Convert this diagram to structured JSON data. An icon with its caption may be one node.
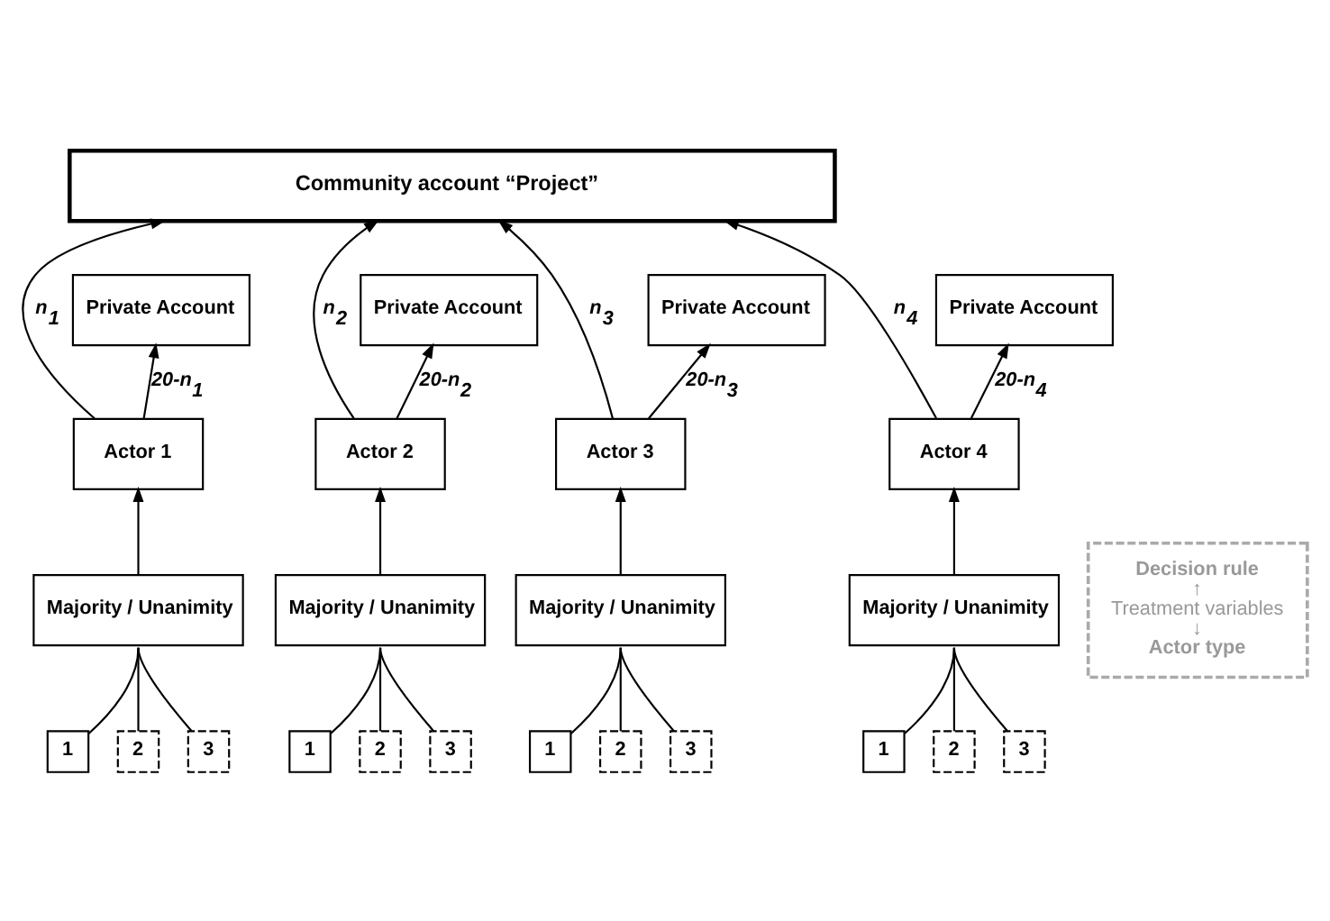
{
  "diagram": {
    "nodes": [
      {
        "text": [
          "Community account “Project”"
        ]
      },
      {
        "text": [
          "Private Account"
        ]
      },
      {
        "text": [
          "Actor 1"
        ]
      },
      {
        "text": [
          "Majority / Unanimity"
        ]
      },
      {
        "text": [
          "1"
        ]
      },
      {
        "text": [
          "2"
        ]
      },
      {
        "text": [
          "3"
        ]
      },
      {
        "text": [
          "Private Account"
        ]
      },
      {
        "text": [
          "Actor 2"
        ]
      },
      {
        "text": [
          "Majority / Unanimity"
        ]
      },
      {
        "text": [
          "1"
        ]
      },
      {
        "text": [
          "2"
        ]
      },
      {
        "text": [
          "3"
        ]
      },
      {
        "text": [
          "Private Account"
        ]
      },
      {
        "text": [
          "Actor 3"
        ]
      },
      {
        "text": [
          "Majority / Unanimity"
        ]
      },
      {
        "text": [
          "1"
        ]
      },
      {
        "text": [
          "2"
        ]
      },
      {
        "text": [
          "3"
        ]
      },
      {
        "text": [
          "Private Account"
        ]
      },
      {
        "text": [
          "Actor 4"
        ]
      },
      {
        "text": [
          "Majority / Unanimity"
        ]
      },
      {
        "text": [
          "1"
        ]
      },
      {
        "text": [
          "2"
        ]
      },
      {
        "text": [
          "3"
        ]
      },
      {
        "text": [
          "Decision rule",
          "↑",
          "Treatment variables",
          "↓",
          "Actor type"
        ]
      }
    ],
    "edges": [
      {
        "from": 2,
        "to": 0,
        "arrow": "to",
        "label": "n$_{1}$"
      },
      {
        "from": 2,
        "to": 1,
        "arrow": "to",
        "label": "20-n$_{1}$"
      },
      {
        "from": 3,
        "to": 2,
        "arrow": "to"
      },
      {
        "from": 4,
        "to": 3,
        "arrow": "none"
      },
      {
        "from": 5,
        "to": 3,
        "arrow": "none"
      },
      {
        "from": 6,
        "to": 3,
        "arrow": "none"
      },
      {
        "from": 8,
        "to": 0,
        "arrow": "to",
        "label": "n$_{2}$"
      },
      {
        "from": 8,
        "to": 7,
        "arrow": "to",
        "label": "20-n$_{2}$"
      },
      {
        "from": 9,
        "to": 8,
        "arrow": "to"
      },
      {
        "from": 10,
        "to": 9,
        "arrow": "none"
      },
      {
        "from": 11,
        "to": 9,
        "arrow": "none"
      },
      {
        "from": 12,
        "to": 9,
        "arrow": "none"
      },
      {
        "from": 14,
        "to": 0,
        "arrow": "to",
        "label": "n$_{3}$"
      },
      {
        "from": 14,
        "to": 13,
        "arrow": "to",
        "label": "20-n$_{3}$"
      },
      {
        "from": 15,
        "to": 14,
        "arrow": "to"
      },
      {
        "from": 16,
        "to": 15,
        "arrow": "none"
      },
      {
        "from": 17,
        "to": 15,
        "arrow": "none"
      },
      {
        "from": 18,
        "to": 15,
        "arrow": "none"
      },
      {
        "from": 20,
        "to": 0,
        "arrow": "to",
        "label": "n$_{4}$"
      },
      {
        "from": 20,
        "to": 19,
        "arrow": "to",
        "label": "20-n$_{4}$"
      },
      {
        "from": 21,
        "to": 20,
        "arrow": "to"
      },
      {
        "from": 22,
        "to": 21,
        "arrow": "none"
      },
      {
        "from": 23,
        "to": 21,
        "arrow": "none"
      },
      {
        "from": 24,
        "to": 21,
        "arrow": "none"
      }
    ]
  }
}
